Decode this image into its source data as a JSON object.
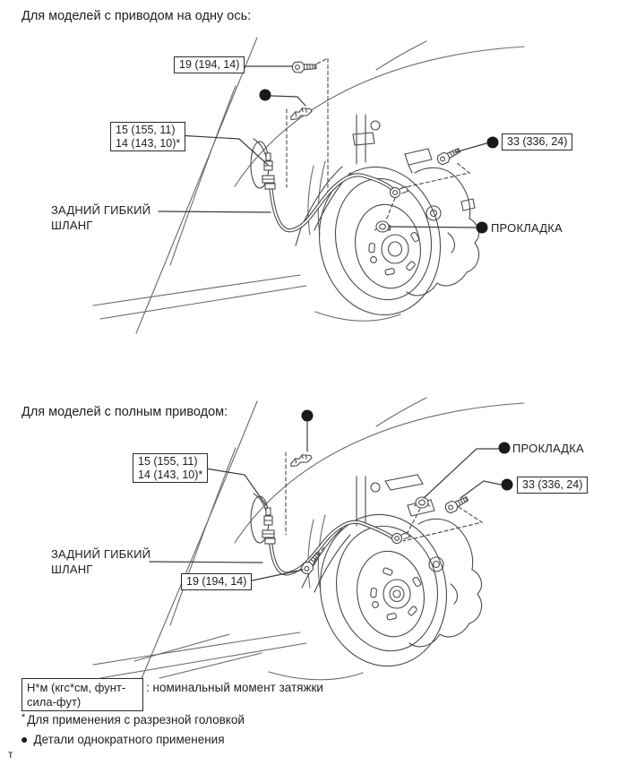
{
  "colors": {
    "ink": "#1e1e1e",
    "line": "#4a4a4a",
    "background": "#ffffff"
  },
  "sections": [
    {
      "title": "Для моделей с приводом на одну ось:",
      "labels": {
        "hose_bolt_torque": "19 (194, 14)",
        "flare_nut_torque_line1": "15 (155, 11)",
        "flare_nut_torque_line2": "14 (143, 10)*",
        "banjo_bolt_torque": "33 (336, 24)",
        "gasket": "ПРОКЛАДКА",
        "hose_name_line1": "ЗАДНИЙ ГИБКИЙ",
        "hose_name_line2": "ШЛАНГ"
      }
    },
    {
      "title": "Для моделей с полным приводом:",
      "labels": {
        "hose_bolt_torque": "19 (194, 14)",
        "flare_nut_torque_line1": "15 (155, 11)",
        "flare_nut_torque_line2": "14 (143, 10)*",
        "banjo_bolt_torque": "33 (336, 24)",
        "gasket": "ПРОКЛАДКА",
        "hose_name_line1": "ЗАДНИЙ ГИБКИЙ",
        "hose_name_line2": "ШЛАНГ"
      }
    }
  ],
  "legend": {
    "torque_unit_line1": "Н*м (кгс*см, фунт-",
    "torque_unit_line2": "сила-фут)",
    "torque_unit_desc": ": номинальный момент затяжки",
    "asterisk_mark": "*",
    "asterisk_note": "Для применения с разрезной головкой",
    "bullet_mark": "●",
    "bullet_note": "Детали однократного применения"
  },
  "footer": {
    "char": "т"
  }
}
